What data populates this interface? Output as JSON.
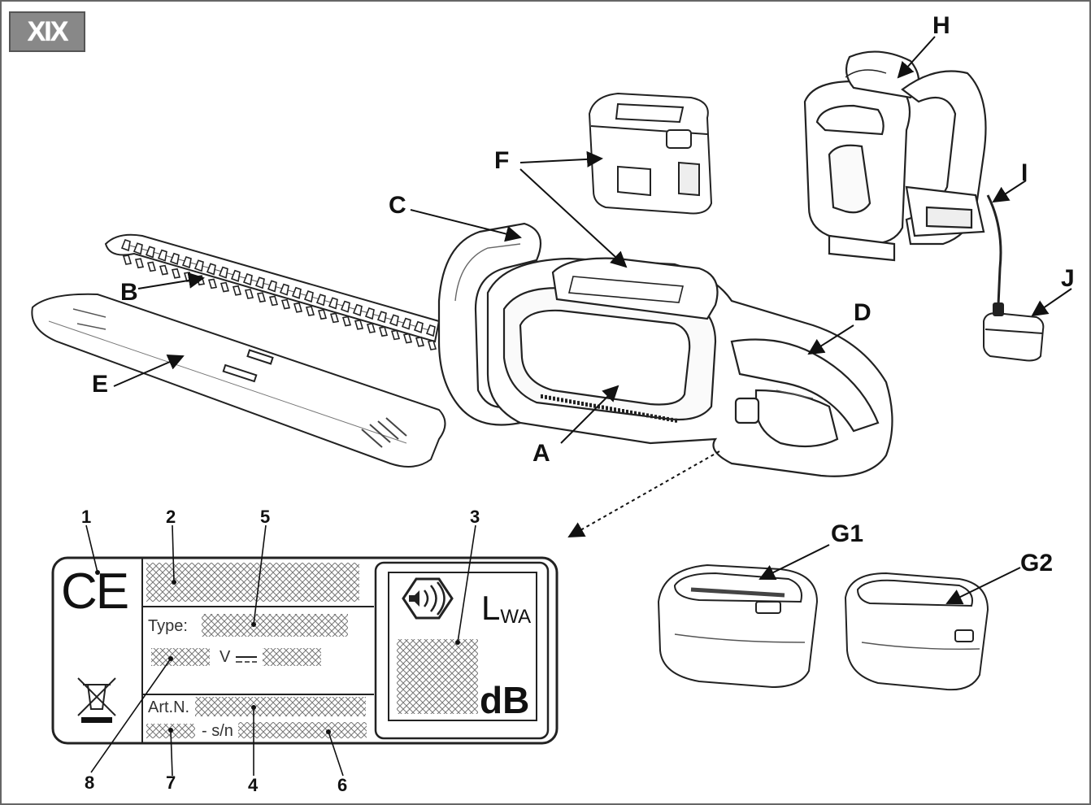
{
  "section": {
    "badge": "XIX"
  },
  "callouts": {
    "A": "A",
    "B": "B",
    "C": "C",
    "D": "D",
    "E": "E",
    "F": "F",
    "G1": "G1",
    "G2": "G2",
    "H": "H",
    "I": "I",
    "J": "J"
  },
  "plate_numbers": [
    "1",
    "2",
    "3",
    "4",
    "5",
    "6",
    "7",
    "8"
  ],
  "plate": {
    "ce_mark": "CE",
    "type_label": "Type:",
    "voltage_label": "V",
    "art_label": "Art.N.",
    "serial_label": "- s/n",
    "lwa_main": "L",
    "lwa_sub": "WA",
    "db_label": "dB"
  },
  "colors": {
    "badge_bg": "#888888",
    "line": "#111111",
    "hatch": "#777777"
  }
}
